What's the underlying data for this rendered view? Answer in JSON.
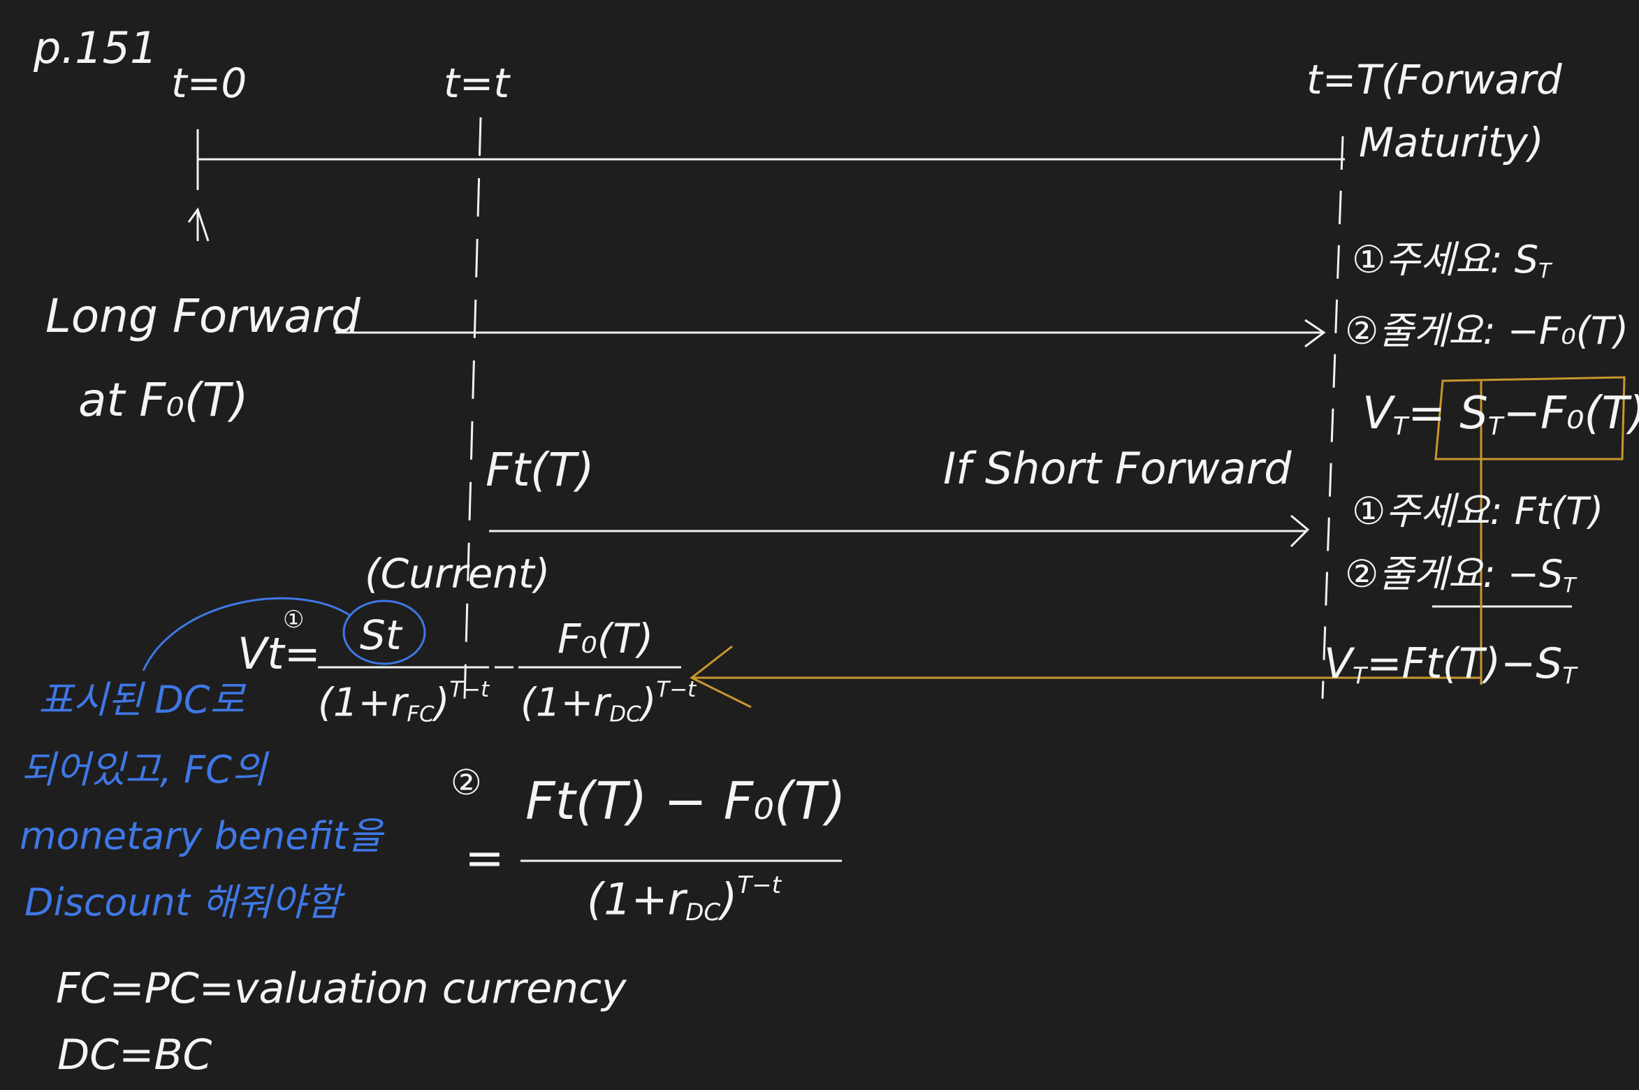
{
  "page_ref": "p.151",
  "timeline": {
    "t0": "t=0",
    "tt": "t=t",
    "tT_line1": "t=T(Forward",
    "tT_line2": "Maturity)"
  },
  "long_forward": {
    "line1": "Long Forward",
    "line2": "at F₀(T)",
    "buyer_item1": "①주세요: S",
    "buyer_item1_sub": "T",
    "buyer_item2": "②줄게요: −F₀(T)",
    "value_lhs": "V",
    "value_lhs_sub": "T",
    "value_rhs": "= S",
    "value_rhs_sub": "T",
    "value_rhs_tail": "−F₀(T)"
  },
  "short_forward": {
    "price": "Ft(T)",
    "heading": "If Short Forward",
    "current": "(Current)",
    "item1": "①주세요: Ft(T)",
    "item2": "②줄게요: −S",
    "item2_sub": "T",
    "value_lhs": "V",
    "value_lhs_sub": "T",
    "value_rhs": "=Ft(T)−S",
    "value_rhs_sub": "T"
  },
  "formula1": {
    "marker": "①",
    "lhs": "Vt=",
    "num1": "St",
    "den1_a": "(1+r",
    "den1_sub": "FC",
    "den1_b": ")",
    "den1_sup": "T−t",
    "minus": "−",
    "num2": "F₀(T)",
    "den2_a": "(1+r",
    "den2_sub": "DC",
    "den2_b": ")",
    "den2_sup": "T−t"
  },
  "formula2": {
    "marker": "②",
    "eq": "=",
    "num": "Ft(T) − F₀(T)",
    "den_a": "(1+r",
    "den_sub": "DC",
    "den_b": ")",
    "den_sup": "T−t"
  },
  "blue_note": {
    "line1": "표시된 DC로",
    "line2": "되어있고, FC의",
    "line3": "monetary benefit을",
    "line4": "Discount 해줘야함"
  },
  "footer": {
    "line1": "FC=PC=valuation currency",
    "line2": "DC=BC"
  },
  "colors": {
    "background": "#1e1e1e",
    "ink": "#f4f4f4",
    "blue_ink": "#3f78e6",
    "gold_ink": "#c9982c"
  }
}
